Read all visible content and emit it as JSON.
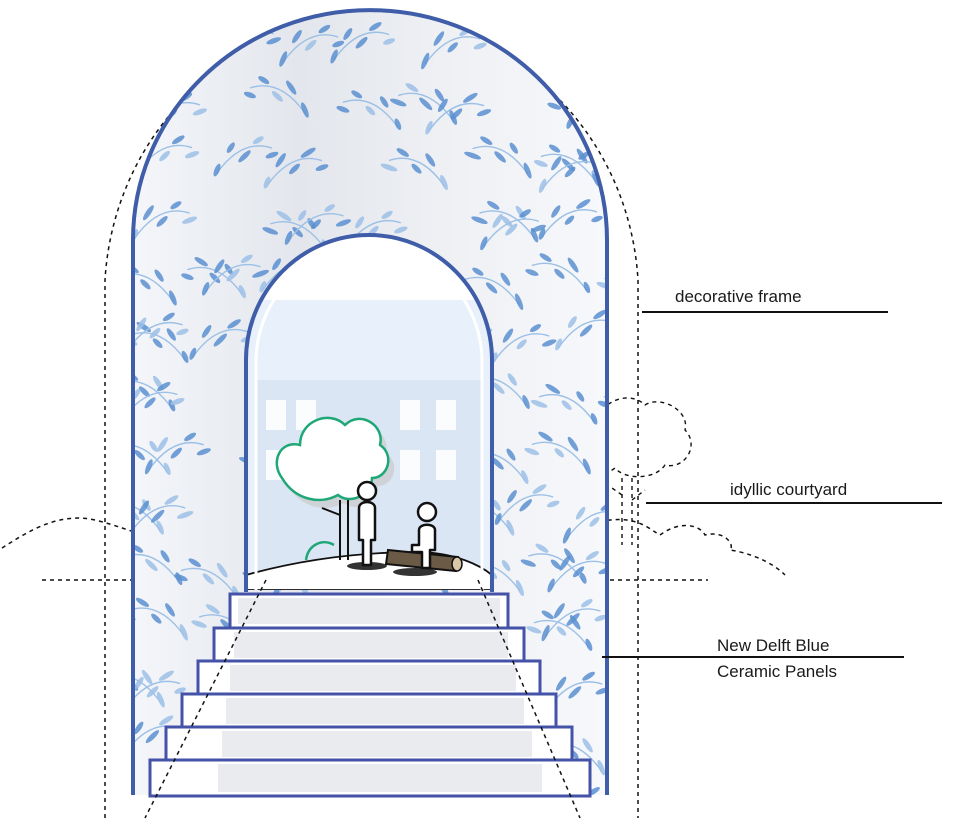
{
  "labels": {
    "frame": "decorative frame",
    "courtyard": "idyllic courtyard",
    "panels_line1": "New Delft Blue",
    "panels_line2": "Ceramic Panels"
  },
  "colors": {
    "arch_outline": "#3f5da8",
    "leaf": "#5b8fd0",
    "leaf_light": "#9cc0e6",
    "sky": "#e6f0fa",
    "tree_outline": "#1fa777",
    "log": "#6b5a45",
    "step_outline": "#4452a8"
  },
  "icons": [
    "tree-icon",
    "standing-person-icon",
    "sitting-person-icon",
    "log-bench-icon"
  ]
}
